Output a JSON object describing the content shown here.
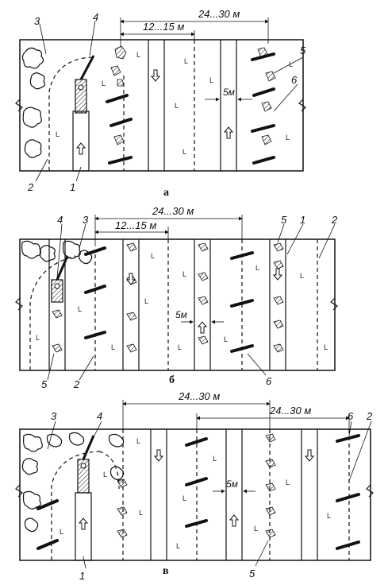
{
  "panels": [
    {
      "caption": "а",
      "dims": [
        "24...30 м",
        "12...15 м",
        "5м"
      ],
      "callouts": [
        "3",
        "4",
        "5",
        "6",
        "2",
        "1"
      ]
    },
    {
      "caption": "б",
      "dims": [
        "24...30 м",
        "12...15 м",
        "5м"
      ],
      "callouts": [
        "4",
        "3",
        "5",
        "1",
        "2",
        "5",
        "2",
        "6"
      ]
    },
    {
      "caption": "в",
      "dims": [
        "24...30 м",
        "24...30 м",
        "5м"
      ],
      "callouts": [
        "3",
        "4",
        "6",
        "2",
        "1",
        "5"
      ]
    }
  ],
  "ore_mark": "L"
}
